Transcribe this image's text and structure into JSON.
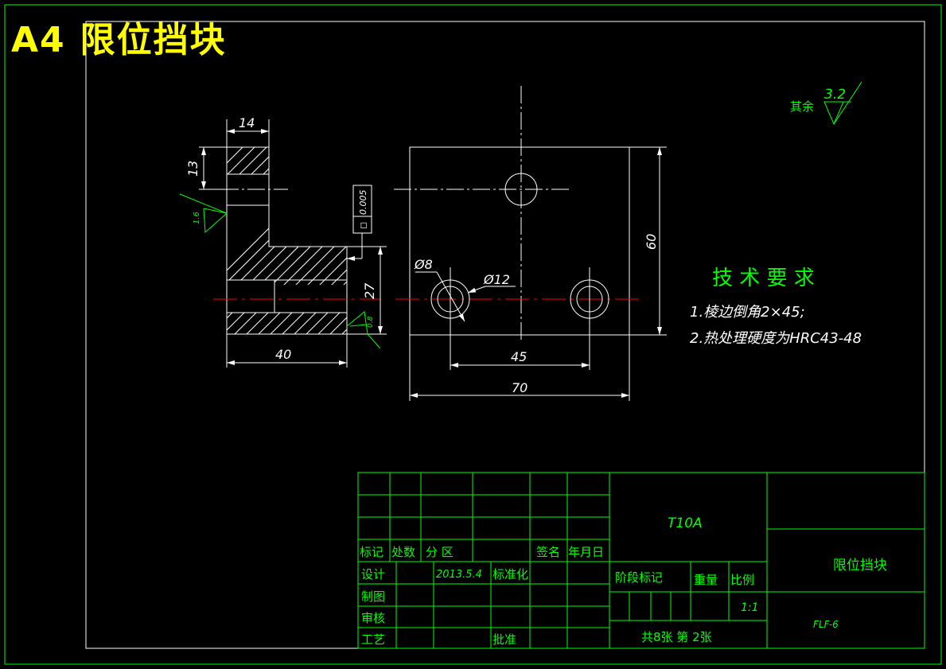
{
  "header": {
    "paper_size": "A4",
    "title": "限位挡块"
  },
  "colors": {
    "background": "#000000",
    "frame": "#00ff00",
    "geometry": "#ffffff",
    "centerline_red": "#ff0000",
    "title": "#ffff00"
  },
  "surface_finish": {
    "other_label": "其余",
    "other_value": "3.2",
    "left_face_value": "1.6",
    "bottom_value": "0.8"
  },
  "tolerance": {
    "symbol": "◻",
    "value": "0.005"
  },
  "dimensions": {
    "side_top_width": "14",
    "side_top_height": "13",
    "side_total_width": "40",
    "side_lower_height": "27",
    "front_width": "70",
    "front_height": "60",
    "hole_spacing": "45",
    "hole_small": "Ø8",
    "hole_large": "Ø12"
  },
  "tech_requirements": {
    "heading": "技 术 要 求",
    "items": [
      "1.棱边倒角2×45;",
      "2.热处理硬度为HRC43-48"
    ]
  },
  "title_block": {
    "material": "T10A",
    "part_name": "限位挡块",
    "drawing_no": "FLF-6",
    "scale": "1:1",
    "sheets": "共8张  第 2张",
    "date": "2013.5.4",
    "labels": {
      "mark": "标记",
      "count": "处数",
      "zone": "分 区",
      "signature": "签名",
      "date": "年月日",
      "design": "设计",
      "standardize": "标准化",
      "drawn": "制图",
      "review": "审核",
      "process": "工艺",
      "approve": "批准",
      "stage_mark": "阶段标记",
      "weight": "重量",
      "scale": "比例"
    }
  }
}
